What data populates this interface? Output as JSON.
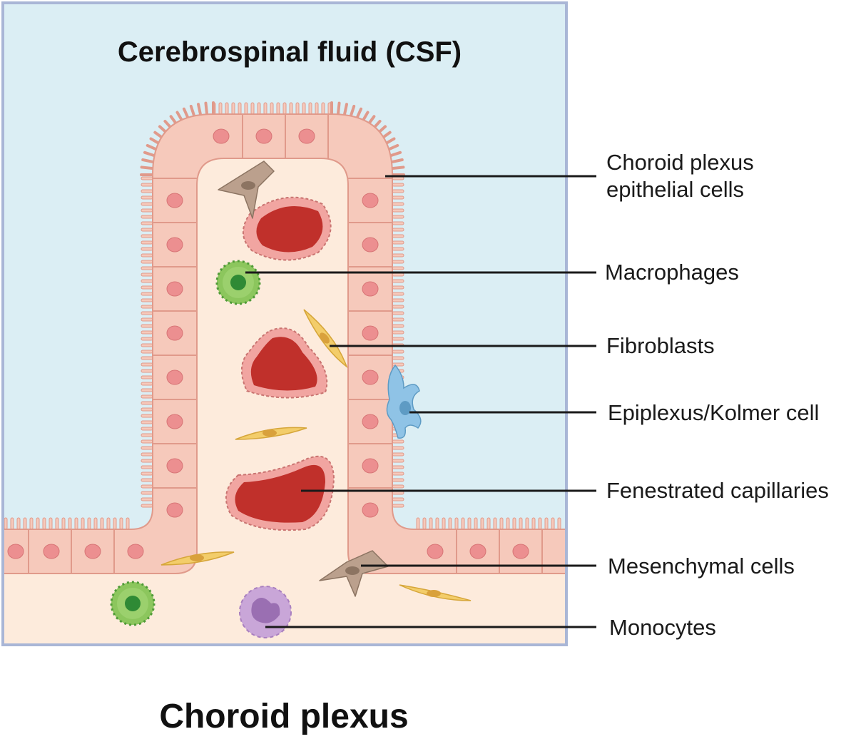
{
  "diagram": {
    "title": "Cerebrospinal fluid (CSF)",
    "caption": "Choroid plexus",
    "labels": {
      "epithelial_line1": "Choroid plexus",
      "epithelial_line2": "epithelial cells",
      "macrophages": "Macrophages",
      "fibroblasts": "Fibroblasts",
      "epiplexus": "Epiplexus/Kolmer cell",
      "capillaries": "Fenestrated capillaries",
      "mesenchymal": "Mesenchymal cells",
      "monocytes": "Monocytes"
    },
    "colors": {
      "csf": "#dbeef4",
      "frame": "#a9b6d6",
      "stroma": "#fdebdc",
      "epithelium": "#f6c9bb",
      "epithelium_edge": "#e09a8b",
      "nucleus": "#ec8f90",
      "blood": "#c0302b",
      "endothelium": "#f1a5a1",
      "macrophage": "#8cc65d",
      "fibroblast": "#f3cd6a",
      "mesenchymal": "#bba08d",
      "epiplexus": "#8fc3e6",
      "monocyte": "#c9a6d8"
    },
    "icons": [
      "epithelial-cell-icon",
      "macrophage-icon",
      "fibroblast-icon",
      "capillary-icon",
      "mesenchymal-cell-icon",
      "epiplexus-cell-icon",
      "monocyte-icon"
    ]
  }
}
